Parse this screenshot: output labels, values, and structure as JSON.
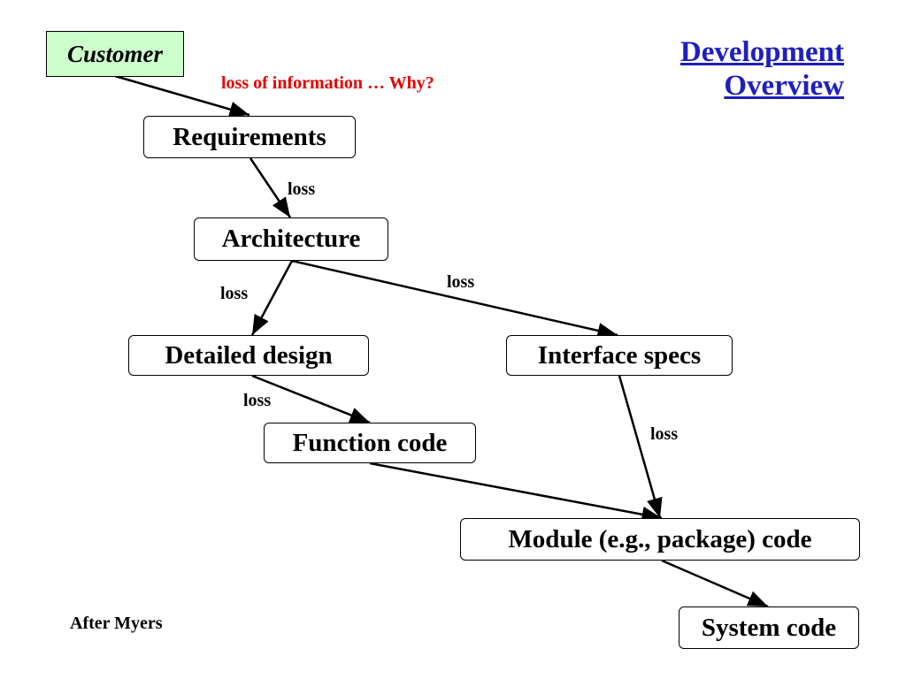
{
  "title": {
    "line1": "Development",
    "line2": "Overview"
  },
  "customer": "Customer",
  "loss_info": "loss of information … Why?",
  "nodes": {
    "requirements": "Requirements",
    "architecture": "Architecture",
    "detailed_design": "Detailed design",
    "interface_specs": "Interface specs",
    "function_code": "Function code",
    "module_code": "Module (e.g., package)  code",
    "system_code": "System code"
  },
  "edge_labels": {
    "req_arch": "loss",
    "arch_detailed": "loss",
    "arch_interface": "loss",
    "detailed_function": "loss",
    "interface_module": "loss"
  },
  "credit": "After Myers",
  "colors": {
    "customer_bg": "#ccffcc",
    "title": "#1f1fbf",
    "loss_info": "#e60000"
  }
}
